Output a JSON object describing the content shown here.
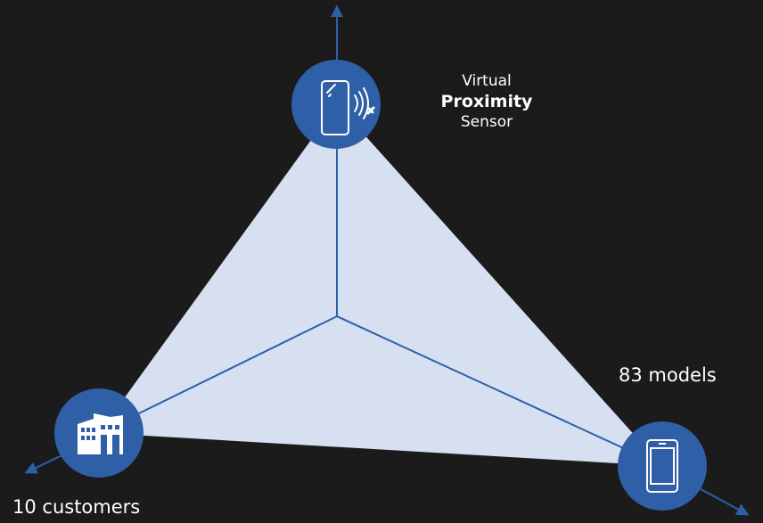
{
  "top_axis": {
    "label_line1": "Virtual",
    "label_line2": "Proximity",
    "label_line3": "Sensor",
    "icon": "phone-proximity-sensor-icon"
  },
  "right_axis": {
    "label": "83 models",
    "icon": "smartphone-icon"
  },
  "left_axis": {
    "label": "10 customers",
    "icon": "factory-building-icon"
  },
  "colors": {
    "background": "#1b1b1b",
    "fill": "#d6e0f0",
    "accent": "#2f5fa7",
    "text": "#ffffff"
  }
}
